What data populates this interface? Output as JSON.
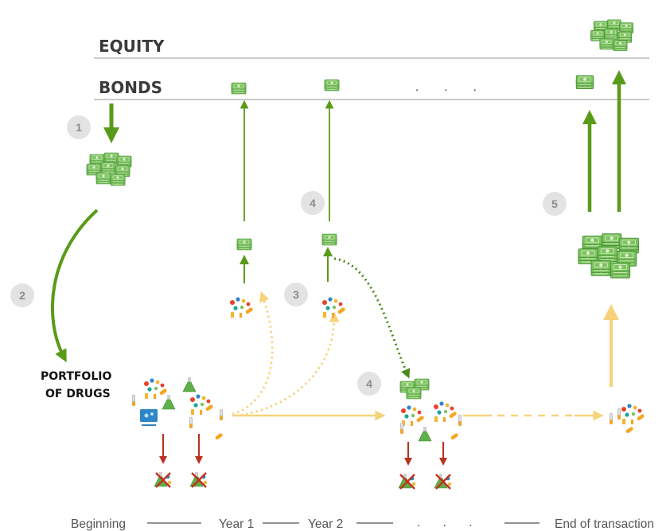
{
  "rows": {
    "equity": "EQUITY",
    "bonds": "BONDS"
  },
  "portfolio": {
    "line1": "PORTFOLIO",
    "line2": "OF DRUGS"
  },
  "steps": [
    "1",
    "2",
    "3",
    "4",
    "4",
    "5"
  ],
  "ellipsis": ". . .",
  "timeline": {
    "beginning": "Beginning",
    "year1": "Year 1",
    "year2": "Year 2",
    "dots": ". . .",
    "end": "End of transaction"
  },
  "colors": {
    "green": "#5a9a1a",
    "money": "#7cc35f",
    "money_dark": "#4e9a3a",
    "yellow": "#f7d27a",
    "red": "#b8321e",
    "rule": "#b8b8b8",
    "step_circle": "#e3e3e3"
  }
}
